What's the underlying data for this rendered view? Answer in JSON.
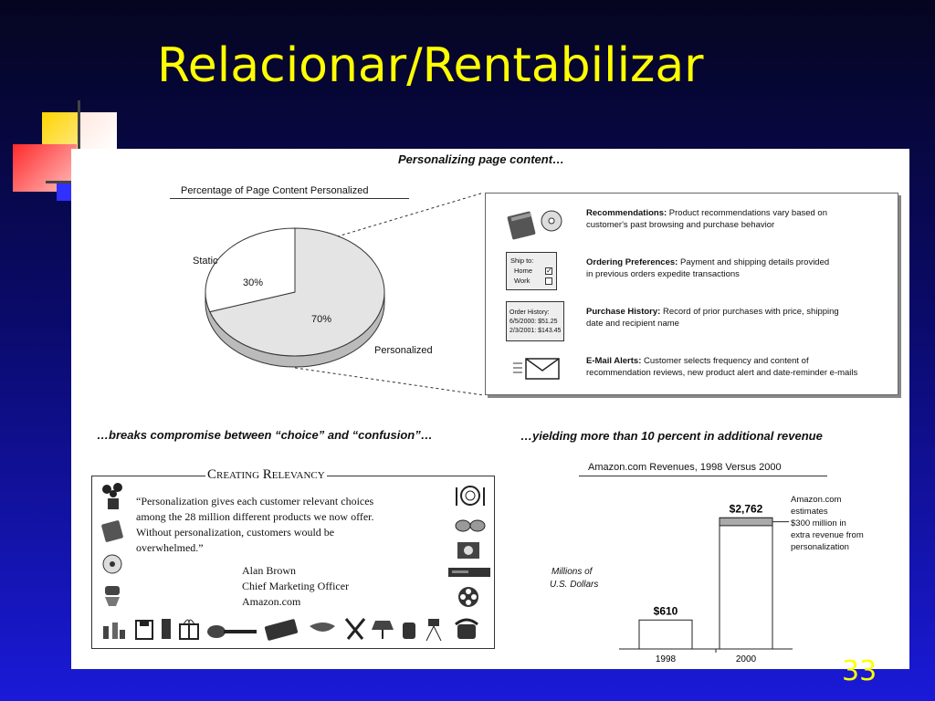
{
  "slide": {
    "title": "Relacionar/Rentabilizar",
    "page_number": "33"
  },
  "figure": {
    "main_heading": "Personalizing page content…",
    "pie_title": "Percentage of Page Content Personalized",
    "left_caption": "…breaks compromise between “choice” and “confusion”…",
    "right_caption": "…yielding more than 10 percent in additional revenue",
    "features": [
      {
        "title": "Recommendations:",
        "line1": "Product recommendations vary based on",
        "line2": "customer's past browsing and purchase behavior",
        "icon": "book-and-disc-icon"
      },
      {
        "title": "Ordering Preferences:",
        "line1": "Payment and shipping details provided",
        "line2": "in previous orders expedite transactions",
        "icon": "ship-to-form-icon",
        "form_title": "Ship to:",
        "form_opt1": "Home",
        "form_opt2": "Work"
      },
      {
        "title": "Purchase History:",
        "line1": "Record of prior purchases with price, shipping",
        "line2": "date and recipient name",
        "icon": "order-history-icon",
        "form_title": "Order History:",
        "form_line1": "6/5/2000: $51.25",
        "form_line2": "2/3/2001: $143.45"
      },
      {
        "title": "E-Mail Alerts:",
        "line1": "Customer selects frequency and content of",
        "line2": "recommendation reviews, new product alert and date-reminder e-mails",
        "icon": "envelope-icon"
      }
    ],
    "relevancy": {
      "heading": "Creating Relevancy",
      "quote_line1": "“Personalization gives each customer relevant choices",
      "quote_line2": "among the 28 million different products we now offer.",
      "quote_line3": "Without personalization, customers would be",
      "quote_line4": "overwhelmed.”",
      "author": "Alan Brown",
      "role": "Chief Marketing Officer",
      "company": "Amazon.com"
    },
    "bar_annotation": {
      "line1": "Amazon.com",
      "line2": "estimates",
      "line3": "$300 million in",
      "line4": "extra revenue from",
      "line5": "personalization"
    }
  },
  "chart_data": [
    {
      "type": "pie",
      "title": "Percentage of Page Content Personalized",
      "categories": [
        "Static",
        "Personalized"
      ],
      "values": [
        30,
        70
      ],
      "labels": [
        "30%",
        "70%"
      ],
      "colors": [
        "#ffffff",
        "#e4e4e4"
      ]
    },
    {
      "type": "bar",
      "title": "Amazon.com Revenues, 1998 Versus 2000",
      "ylabel_line1": "Millions of",
      "ylabel_line2": "U.S. Dollars",
      "categories": [
        "1998",
        "2000"
      ],
      "values": [
        610,
        2762
      ],
      "labels": [
        "$610",
        "$2,762"
      ],
      "personalization_portion": 300,
      "ylim": [
        0,
        3000
      ],
      "colors": [
        "#ffffff",
        "#aaaaaa"
      ]
    }
  ]
}
